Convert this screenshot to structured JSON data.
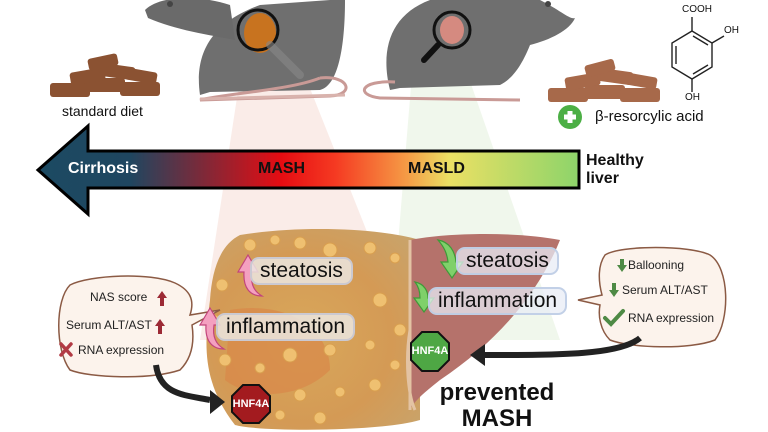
{
  "diet": {
    "left_label": "standard diet",
    "right_label": "β-resorcylic acid",
    "add_icon": "plus-circle-icon"
  },
  "molecule": {
    "top_group": "COOH",
    "side_group": "OH",
    "bottom_group": "OH"
  },
  "progression_arrow": {
    "stages": [
      "Cirrhosis",
      "MASH",
      "MASLD"
    ],
    "end_label_line1": "Healthy",
    "end_label_line2": "liver",
    "colors": [
      "#1e4a63",
      "#e80f14",
      "#ece463",
      "#8fd46a"
    ]
  },
  "left_liver": {
    "effects": [
      {
        "label": "steatosis",
        "direction": "up"
      },
      {
        "label": "inflammation",
        "direction": "up"
      }
    ],
    "bubble": {
      "items": [
        {
          "label": "NAS score",
          "marker": "up-arrow"
        },
        {
          "label": "Serum ALT/AST",
          "marker": "up-arrow"
        },
        {
          "label": "RNA expression",
          "marker": "x-mark"
        }
      ]
    },
    "target": "HNF4A",
    "target_color": "#a31b1f"
  },
  "right_liver": {
    "effects": [
      {
        "label": "steatosis",
        "direction": "down"
      },
      {
        "label": "inflammation",
        "direction": "down"
      }
    ],
    "bubble": {
      "items": [
        {
          "label": "Ballooning",
          "marker": "down-arrow"
        },
        {
          "label": "Serum ALT/AST",
          "marker": "down-arrow"
        },
        {
          "label": "RNA expression",
          "marker": "check-mark"
        }
      ]
    },
    "target": "HNF4A",
    "target_color": "#4ea744",
    "outcome_line1": "prevented",
    "outcome_line2": "MASH"
  }
}
